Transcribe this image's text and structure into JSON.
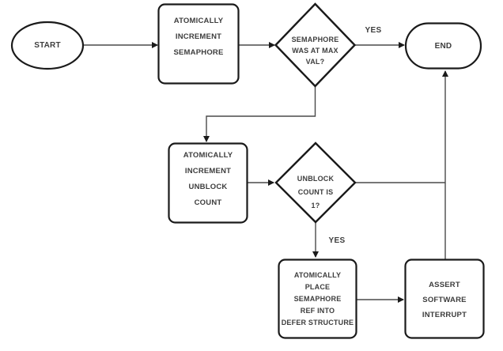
{
  "diagram": {
    "type": "flowchart",
    "background_color": "#ffffff",
    "shape_stroke_color": "#1a1a1a",
    "connector_color": "#4a4a4a",
    "text_color": "#3d3d3d",
    "nodes": [
      {
        "id": "start",
        "type": "terminator-ellipse",
        "label": "START"
      },
      {
        "id": "increment-semaphore",
        "type": "process",
        "label": "ATOMICALLY\nINCREMENT\nSEMAPHORE"
      },
      {
        "id": "semaphore-max-decision",
        "type": "decision",
        "label": "SEMAPHORE\nWAS AT MAX\nVAL?"
      },
      {
        "id": "end",
        "type": "terminator-stadium",
        "label": "END"
      },
      {
        "id": "increment-unblock-count",
        "type": "process",
        "label": "ATOMICALLY\nINCREMENT\nUNBLOCK\nCOUNT"
      },
      {
        "id": "unblock-count-decision",
        "type": "decision",
        "label": "UNBLOCK\nCOUNT IS\n1?"
      },
      {
        "id": "place-semaphore-ref",
        "type": "process",
        "label": "ATOMICALLY\nPLACE\nSEMAPHORE\nREF INTO\nDEFER STRUCTURE"
      },
      {
        "id": "assert-software-interrupt",
        "type": "process",
        "label": "ASSERT\nSOFTWARE\nINTERRUPT"
      }
    ],
    "edge_labels": [
      {
        "id": "yes-semaphore-max-to-end",
        "text": "YES"
      },
      {
        "id": "yes-unblock-count-to-place-ref",
        "text": "YES"
      }
    ]
  }
}
